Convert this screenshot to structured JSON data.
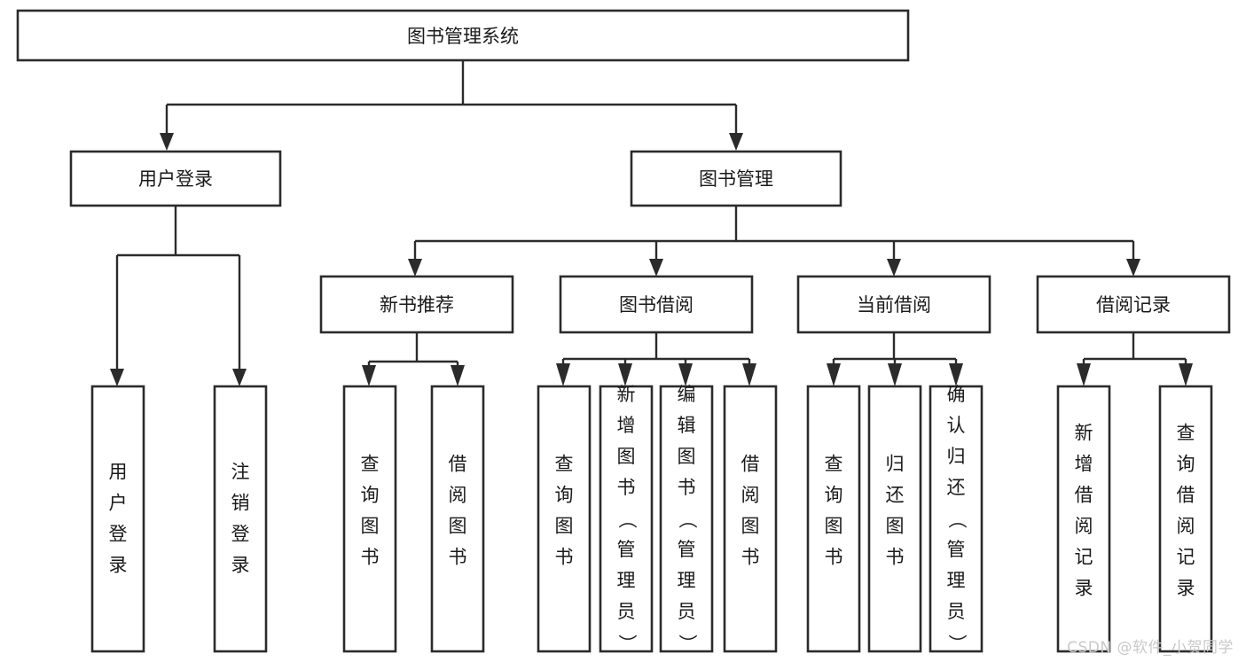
{
  "diagram": {
    "type": "hierarchy-tree",
    "title": "图书管理系统",
    "watermark": "CSDN @软件_小贺同学",
    "colors": {
      "stroke": "#2b2b2b",
      "fill": "#ffffff",
      "text": "#1a1a1a",
      "watermark": "#c9c9c9"
    },
    "levels": {
      "level0": [
        {
          "id": "root",
          "label": "图书管理系统"
        }
      ],
      "level1": [
        {
          "id": "user-login",
          "label": "用户登录",
          "parent": "root"
        },
        {
          "id": "book-manage",
          "label": "图书管理",
          "parent": "root"
        }
      ],
      "level2": [
        {
          "id": "new-book-rec",
          "label": "新书推荐",
          "parent": "book-manage"
        },
        {
          "id": "book-borrow",
          "label": "图书借阅",
          "parent": "book-manage"
        },
        {
          "id": "current-borrow",
          "label": "当前借阅",
          "parent": "book-manage"
        },
        {
          "id": "borrow-record",
          "label": "借阅记录",
          "parent": "book-manage"
        }
      ],
      "level3": [
        {
          "id": "leaf-user-login",
          "label": "用户登录",
          "parent": "user-login"
        },
        {
          "id": "leaf-logout",
          "label": "注销登录",
          "parent": "user-login"
        },
        {
          "id": "leaf-query-book-1",
          "label": "查询图书",
          "parent": "new-book-rec"
        },
        {
          "id": "leaf-borrow-book-1",
          "label": "借阅图书",
          "parent": "new-book-rec"
        },
        {
          "id": "leaf-query-book-2",
          "label": "查询图书",
          "parent": "book-borrow"
        },
        {
          "id": "leaf-add-book",
          "label": "新增图书（管理员）",
          "parent": "book-borrow"
        },
        {
          "id": "leaf-edit-book",
          "label": "编辑图书（管理员）",
          "parent": "book-borrow"
        },
        {
          "id": "leaf-borrow-book-2",
          "label": "借阅图书",
          "parent": "book-borrow"
        },
        {
          "id": "leaf-query-book-3",
          "label": "查询图书",
          "parent": "current-borrow"
        },
        {
          "id": "leaf-return-book",
          "label": "归还图书",
          "parent": "current-borrow"
        },
        {
          "id": "leaf-confirm-return",
          "label": "确认归还（管理员）",
          "parent": "current-borrow"
        },
        {
          "id": "leaf-add-record",
          "label": "新增借阅记录",
          "parent": "borrow-record"
        },
        {
          "id": "leaf-query-record",
          "label": "查询借阅记录",
          "parent": "borrow-record"
        }
      ]
    }
  }
}
